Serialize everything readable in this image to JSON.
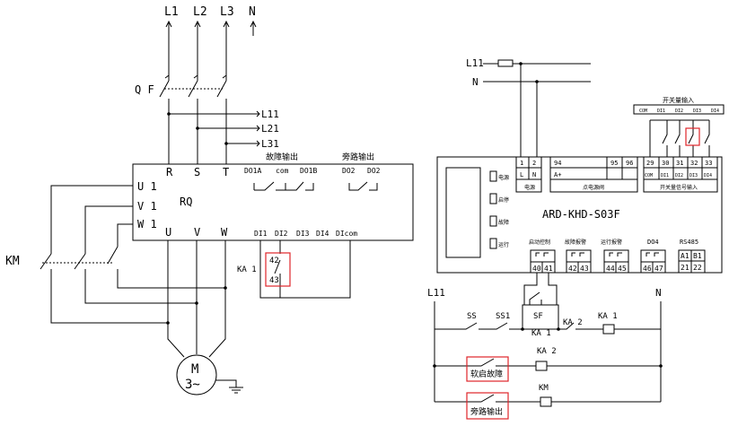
{
  "left": {
    "phases": [
      "L1",
      "L2",
      "L3",
      "N"
    ],
    "qf": "Q F",
    "taps": [
      "L11",
      "L21",
      "L31"
    ],
    "rq": {
      "name": "RQ",
      "in_terms": [
        "R",
        "S",
        "T"
      ],
      "out_terms": [
        "U",
        "V",
        "W"
      ],
      "side_terms": [
        "U 1",
        "V 1",
        "W 1"
      ],
      "fault_title": "故障输出",
      "bypass_title": "旁路输出",
      "relay_terms": [
        "DO1A",
        "com",
        "DO1B",
        "DO2",
        "DO2"
      ],
      "di_terms": [
        "DI1",
        "DI2",
        "DI3",
        "DI4",
        "DIcom"
      ]
    },
    "ka1": "KA 1",
    "ka1_pins": [
      "42",
      "43"
    ],
    "km": "KM",
    "motor": {
      "name": "M",
      "spec": "3~"
    }
  },
  "right": {
    "l11": "L11",
    "n": "N",
    "device": "ARD-KHD-S03F",
    "switch_group": "开关量输入",
    "switch_small": [
      "COM",
      "DI1",
      "DI2",
      "DI3",
      "DI4"
    ],
    "top_terms": [
      {
        "num": "1",
        "sym": "L"
      },
      {
        "num": "2",
        "sym": "N"
      },
      {
        "num": "94",
        "sym": "A+"
      },
      {
        "num": "95",
        "sym": ""
      },
      {
        "num": "96",
        "sym": ""
      },
      {
        "num": "29",
        "sym": "COM"
      },
      {
        "num": "30",
        "sym": "DI1"
      },
      {
        "num": "31",
        "sym": "DI2"
      },
      {
        "num": "32",
        "sym": "DI3"
      },
      {
        "num": "33",
        "sym": "DI4"
      }
    ],
    "group_labels": [
      "电源",
      "点电源阀",
      "开关量信号输入"
    ],
    "side_labels": [
      "电源",
      "启停",
      "故障",
      "运行"
    ],
    "bottom_groups": [
      {
        "label": "启动控制",
        "pins": [
          "40",
          "41"
        ]
      },
      {
        "label": "故障报警",
        "pins": [
          "42",
          "43"
        ]
      },
      {
        "label": "运行报警",
        "pins": [
          "44",
          "45"
        ]
      },
      {
        "label": "DO4",
        "pins": [
          "46",
          "47"
        ]
      },
      {
        "label": "RS485",
        "pins": [
          "21",
          "22"
        ],
        "sub": [
          "A1",
          "B1"
        ]
      }
    ],
    "ctrl": {
      "l11": "L11",
      "n": "N",
      "ss": "SS",
      "ss1": "SS1",
      "sf": "SF",
      "ka2": "KA 2",
      "ka1_coil": "KA 1",
      "ka1_hold": "KA 1",
      "ka2_coil": "KA 2",
      "km_coil": "KM",
      "fault_box": "软启故障",
      "bypass_box": "旁路输出"
    }
  }
}
